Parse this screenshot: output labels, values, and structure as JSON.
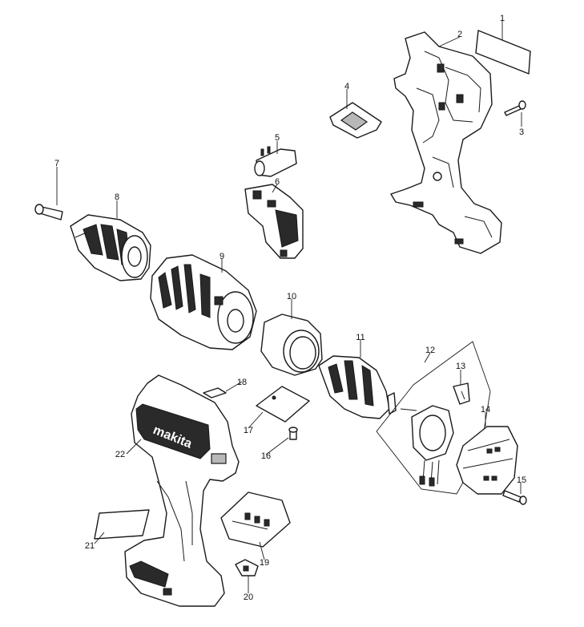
{
  "labels": [
    {
      "id": "1",
      "text": "1"
    },
    {
      "id": "2",
      "text": "2"
    },
    {
      "id": "3",
      "text": "3"
    },
    {
      "id": "4",
      "text": "4"
    },
    {
      "id": "5",
      "text": "5"
    },
    {
      "id": "6",
      "text": "6"
    },
    {
      "id": "7",
      "text": "7"
    },
    {
      "id": "8",
      "text": "8"
    },
    {
      "id": "9",
      "text": "9"
    },
    {
      "id": "10",
      "text": "10"
    },
    {
      "id": "11",
      "text": "11"
    },
    {
      "id": "12",
      "text": "12"
    },
    {
      "id": "13",
      "text": "13"
    },
    {
      "id": "14",
      "text": "14"
    },
    {
      "id": "15",
      "text": "15"
    },
    {
      "id": "16",
      "text": "16"
    },
    {
      "id": "17",
      "text": "17"
    },
    {
      "id": "18",
      "text": "18"
    },
    {
      "id": "19",
      "text": "19"
    },
    {
      "id": "20",
      "text": "20"
    },
    {
      "id": "21",
      "text": "21"
    },
    {
      "id": "22",
      "text": "22"
    }
  ],
  "brand_logo": "makita"
}
